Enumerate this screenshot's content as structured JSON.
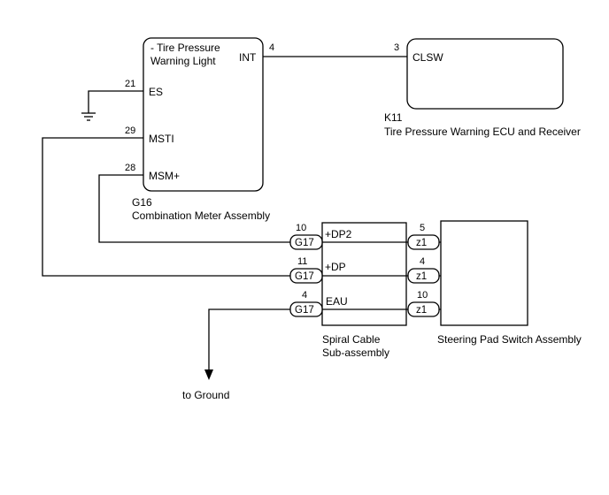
{
  "combination_meter": {
    "function_line1": "- Tire Pressure",
    "function_line2": "Warning Light",
    "code": "G16",
    "name": "Combination Meter Assembly",
    "terminals": {
      "int": {
        "pin": "4",
        "name": "INT"
      },
      "es": {
        "pin": "21",
        "name": "ES"
      },
      "msti": {
        "pin": "29",
        "name": "MSTI"
      },
      "msm": {
        "pin": "28",
        "name": "MSM+"
      }
    }
  },
  "tpms_ecu": {
    "code": "K11",
    "name": "Tire Pressure Warning ECU and Receiver",
    "terminals": {
      "clsw": {
        "pin": "3",
        "name": "CLSW"
      }
    }
  },
  "spiral_cable": {
    "name_line1": "Spiral Cable",
    "name_line2": "Sub-assembly",
    "connector_in": "G17",
    "connector_out": "z1",
    "circuits": [
      {
        "in_pin": "10",
        "name": "+DP2",
        "out_pin": "5"
      },
      {
        "in_pin": "11",
        "name": "+DP",
        "out_pin": "4"
      },
      {
        "in_pin": "4",
        "name": "EAU",
        "out_pin": "10"
      }
    ]
  },
  "steering_pad": {
    "name": "Steering Pad Switch Assembly"
  },
  "ground_label": "to Ground"
}
